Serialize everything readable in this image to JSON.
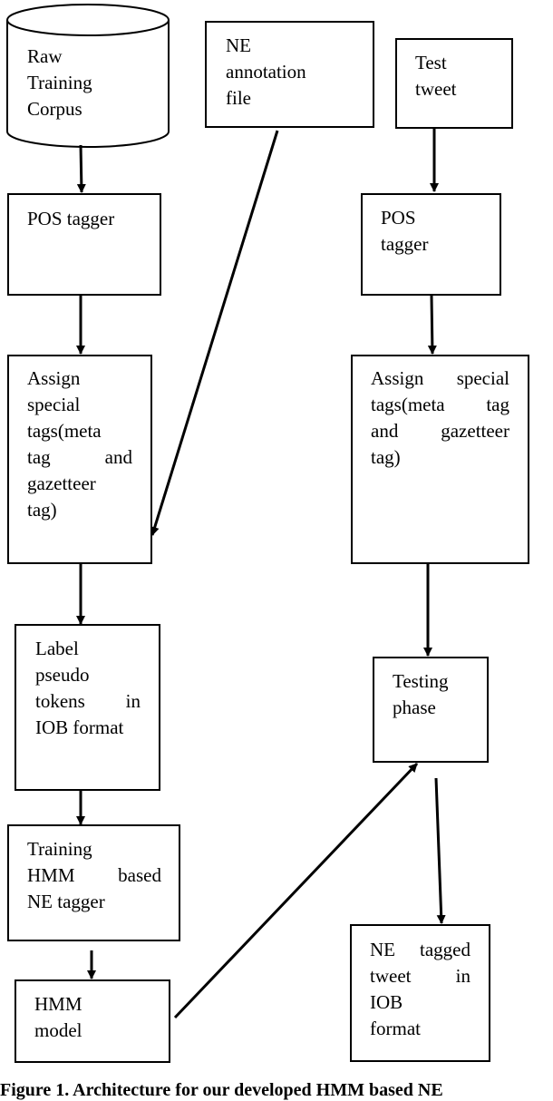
{
  "nodes": {
    "raw_corpus": {
      "lines": [
        "Raw",
        "Training",
        "Corpus"
      ]
    },
    "ne_annotation": {
      "lines": [
        "NE",
        "annotation",
        "file"
      ]
    },
    "test_tweet": {
      "lines": [
        "Test",
        "tweet"
      ]
    },
    "pos_tagger_left": {
      "lines": [
        "POS tagger"
      ]
    },
    "pos_tagger_right": {
      "lines": [
        "POS",
        "tagger"
      ]
    },
    "assign_left": {
      "lines": [
        "Assign",
        "special",
        "tags(meta",
        "tag and",
        "gazetteer",
        "tag)"
      ]
    },
    "assign_right": {
      "lines": [
        "Assign special",
        "tags(meta tag",
        "and gazetteer",
        "tag)"
      ]
    },
    "label_pseudo": {
      "lines": [
        "Label",
        "pseudo",
        "tokens in",
        "IOB format"
      ]
    },
    "testing_phase": {
      "lines": [
        "Testing",
        "phase"
      ]
    },
    "training_hmm": {
      "lines": [
        "Training",
        "HMM based",
        "NE tagger"
      ]
    },
    "hmm_model": {
      "lines": [
        "HMM",
        "model"
      ]
    },
    "ne_tagged": {
      "lines": [
        "NE tagged",
        "tweet in",
        "IOB",
        "format"
      ]
    }
  },
  "caption": "Figure 1. Architecture for our developed HMM based NE"
}
